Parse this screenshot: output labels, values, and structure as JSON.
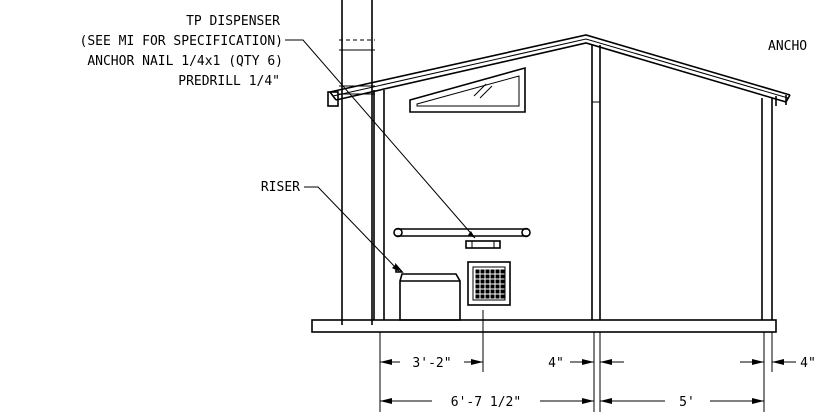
{
  "callouts": {
    "tp_line1": "TP DISPENSER",
    "tp_line2": "(SEE MI FOR SPECIFICATION)",
    "tp_line3": "ANCHOR NAIL 1/4x1 (QTY 6)",
    "tp_line4": "PREDRILL 1/4\"",
    "riser": "RISER",
    "anchor_partial": "ANCHO"
  },
  "dimensions": {
    "riser_to_grate": "3'-2\"",
    "wall_thickness_1": "4\"",
    "wall_thickness_2": "4\"",
    "left_room_width": "6'-7 1/2\"",
    "right_room_width": "5'"
  }
}
